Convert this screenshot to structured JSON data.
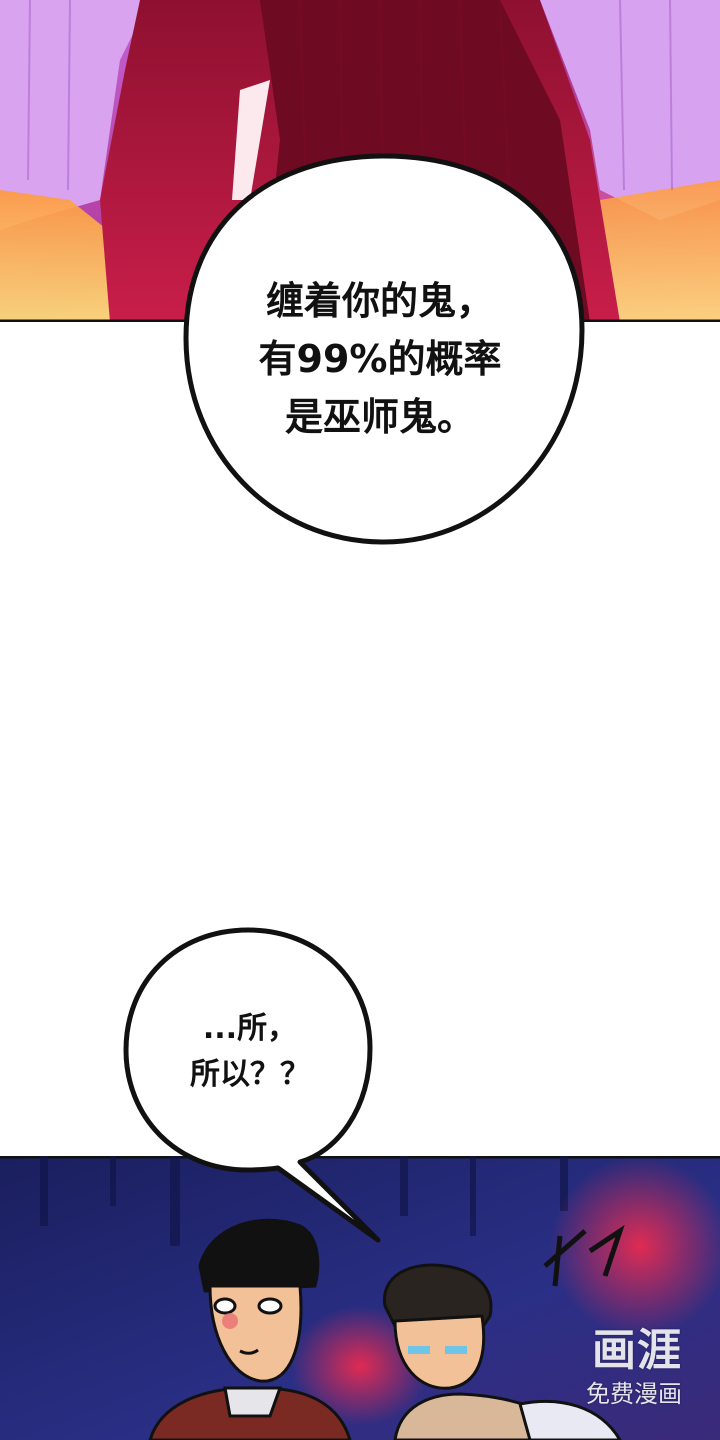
{
  "top_bubble": {
    "lines": [
      "缠着你的鬼，",
      "有99%的概率",
      "是巫师鬼。"
    ]
  },
  "bottom_bubble": {
    "lines": [
      "...所，",
      "所以？？"
    ]
  },
  "watermark": {
    "logo": "画涯",
    "subtitle": "免费漫画"
  },
  "colors": {
    "top_panel_bg": "#c44dae",
    "top_panel_accent": "#a3123c",
    "bottom_panel_bg": "#1c2266",
    "outline": "#111111"
  }
}
